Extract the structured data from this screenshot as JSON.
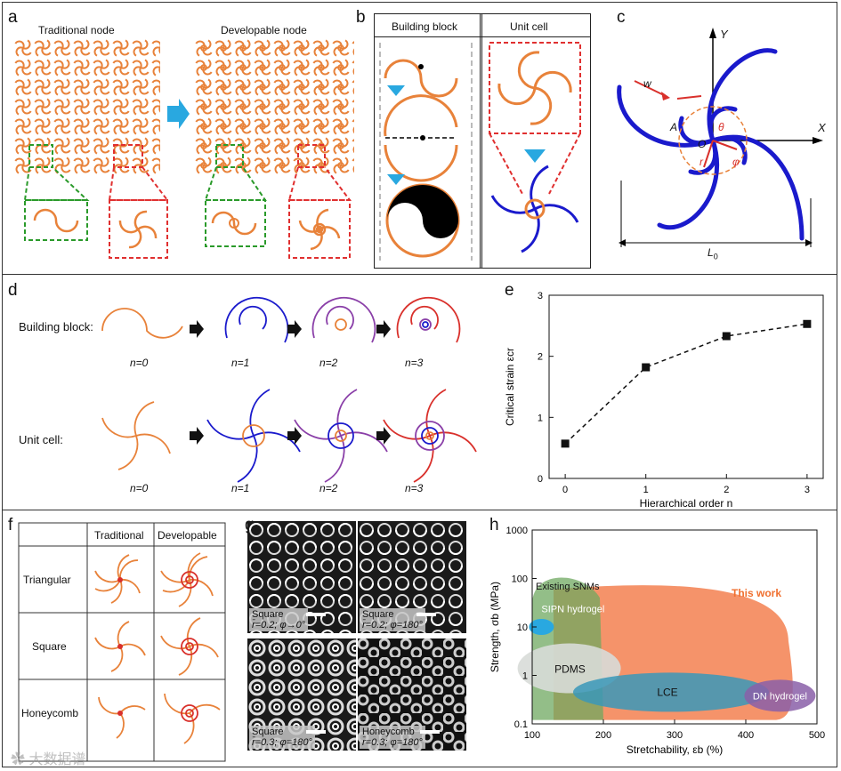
{
  "row1": {
    "a": {
      "label": "a",
      "traditional": "Traditional node",
      "developable": "Developable node"
    },
    "b": {
      "label": "b",
      "building_block": "Building block",
      "unit_cell": "Unit cell"
    },
    "c": {
      "label": "c",
      "Y": "Y",
      "X": "X",
      "w": "w",
      "A": "A",
      "O": "O",
      "theta": "θ",
      "r": "r",
      "phi": "φ",
      "L0": "L",
      "L0_sub": "0"
    }
  },
  "row2": {
    "d": {
      "label": "d",
      "building_block": "Building block:",
      "unit_cell": "Unit cell:",
      "orders": [
        "n=0",
        "n=1",
        "n=2",
        "n=3"
      ]
    },
    "e": {
      "label": "e"
    }
  },
  "row3": {
    "f": {
      "label": "f",
      "cols": [
        "Traditional",
        "Developable"
      ],
      "rows": [
        "Triangular",
        "Square",
        "Honeycomb"
      ]
    },
    "g": {
      "label": "g",
      "captions": [
        {
          "l1": "Square",
          "l2": "r̄=0.2; φ→0°"
        },
        {
          "l1": "Square",
          "l2": "r̄=0.2; φ=180°"
        },
        {
          "l1": "Square",
          "l2": "r̄=0.3; φ=180°"
        },
        {
          "l1": "Honeycomb",
          "l2": "r̄=0.3; φ=180°"
        }
      ]
    },
    "h": {
      "label": "h",
      "regions": [
        "Existing SNMs",
        "This work",
        "SIPN hydrogel",
        "PDMS",
        "LCE",
        "DN hydrogel"
      ]
    }
  },
  "watermark": "大数据谱",
  "colors": {
    "orange": "#e8823a",
    "blue": "#1a1acc",
    "purple": "#8a3fa8",
    "red": "#d9302b",
    "green": "#2a9a2a",
    "dashred": "#e03030",
    "cyan": "#29a8e0"
  },
  "chart_data": [
    {
      "type": "line",
      "x": [
        0,
        1,
        2,
        3
      ],
      "y": [
        0.57,
        1.82,
        2.33,
        2.53
      ],
      "xlabel": "Hierarchical order n",
      "ylabel": "Critical strain εcr",
      "xlim": [
        -0.2,
        3.2
      ],
      "ylim": [
        0,
        3
      ],
      "xticks": [
        "0",
        "1",
        "2",
        "3"
      ],
      "yticks": [
        "0",
        "1",
        "2",
        "3"
      ],
      "marker": "square",
      "line_style": "dashed"
    },
    {
      "type": "area",
      "xlabel": "Stretchability, εb (%)",
      "ylabel": "Strength, σb (MPa)",
      "xlim": [
        100,
        500
      ],
      "ylim": [
        0.1,
        1000
      ],
      "yscale": "log",
      "xticks": [
        "100",
        "200",
        "300",
        "400",
        "500"
      ],
      "yticks": [
        "0.1",
        "1",
        "10",
        "100",
        "1000"
      ]
    }
  ]
}
